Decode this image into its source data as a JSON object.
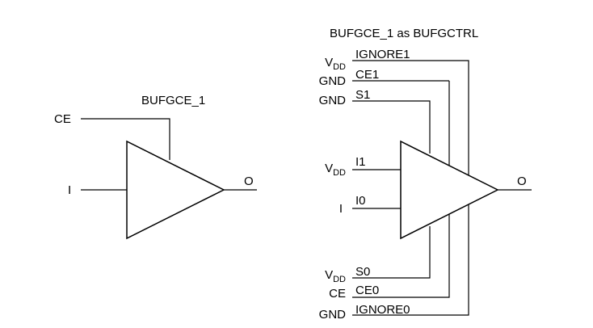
{
  "left": {
    "title": "BUFGCE_1",
    "inputs": {
      "ce": "CE",
      "i": "I"
    },
    "output": "O"
  },
  "right": {
    "title": "BUFGCE_1 as BUFGCTRL",
    "pins": [
      {
        "pin": "IGNORE1",
        "source_main": "V",
        "source_sub": "DD"
      },
      {
        "pin": "CE1",
        "source_main": "GND",
        "source_sub": ""
      },
      {
        "pin": "S1",
        "source_main": "GND",
        "source_sub": ""
      },
      {
        "pin": "I1",
        "source_main": "V",
        "source_sub": "DD"
      },
      {
        "pin": "I0",
        "source_main": "I",
        "source_sub": ""
      },
      {
        "pin": "S0",
        "source_main": "V",
        "source_sub": "DD"
      },
      {
        "pin": "CE0",
        "source_main": "CE",
        "source_sub": ""
      },
      {
        "pin": "IGNORE0",
        "source_main": "GND",
        "source_sub": ""
      }
    ],
    "output": "O"
  }
}
